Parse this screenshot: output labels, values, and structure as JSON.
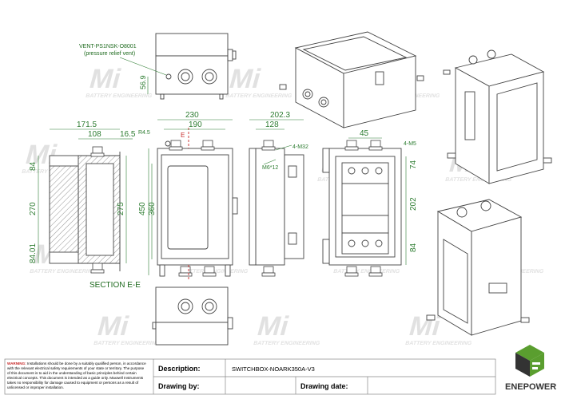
{
  "watermark": {
    "logo_letters": "Mi",
    "tagline": "BATTERY ENGINEERING"
  },
  "dimensions": {
    "d171_5": "171.5",
    "d108": "108",
    "d16_5": "16.5",
    "d84_top": "84",
    "d270": "270",
    "d275": "275",
    "d84_01": "84.01",
    "d56_9": "56.9",
    "d230": "230",
    "d190": "190",
    "r4_5": "R4.5",
    "d450": "450",
    "d360": "360",
    "d202_3": "202.3",
    "d128": "128",
    "m32": "4-M32",
    "m6": "M6*12",
    "d45": "45",
    "m5": "4-M5",
    "d74": "74",
    "d202": "202",
    "d84_right": "84"
  },
  "labels": {
    "vent_part": "VENT-PS1NSK-O8001",
    "vent_desc": "(pressure relief vent)",
    "section": "SECTION E-E",
    "section_mark": "E"
  },
  "title_block": {
    "warning_label": "WARNING:",
    "warning_lines": [
      "Installations should be done by a suitably qualified person, in accordance",
      "with the relevant electrical safety requirements of your state or territory. The purpose",
      "of this document is to aid in the understanding of basic principles behind certain",
      "electrical concepts. This document is intended as a guide only. Maxwell Instruments",
      "takes no responsibility for damage caused to equipment or persons as a result of",
      "unlicensed or improper installation."
    ],
    "description_label": "Description:",
    "description_value": "SWITCHBOX-NOARK350A-V3",
    "drawing_by_label": "Drawing by:",
    "drawing_date_label": "Drawing date:"
  },
  "brand": {
    "name": "ENEPOWER",
    "colors": {
      "green": "#5a9e2f",
      "dark": "#333333"
    }
  }
}
